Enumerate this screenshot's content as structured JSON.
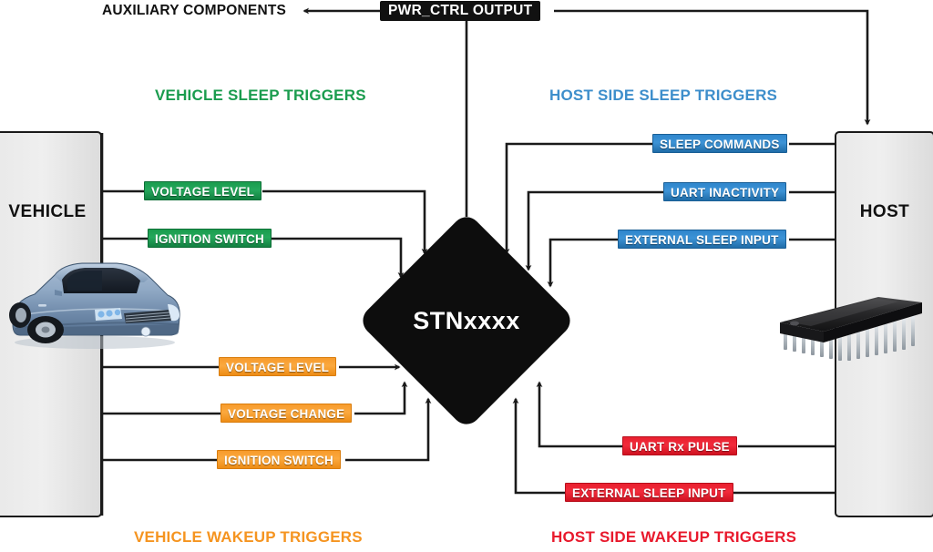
{
  "diagram": {
    "center_node": {
      "label": "STNxxxx"
    },
    "power_output": {
      "label": "PWR_CTRL OUTPUT"
    },
    "auxiliary": {
      "label": "AUXILIARY COMPONENTS"
    },
    "endpoints": {
      "left": {
        "label": "VEHICLE",
        "image": "car-image"
      },
      "right": {
        "label": "HOST",
        "image": "ic-chip-image"
      }
    },
    "sections": [
      {
        "id": "vehicle-sleep",
        "label": "VEHICLE SLEEP TRIGGERS",
        "color": "#1a9c4e"
      },
      {
        "id": "host-sleep",
        "label": "HOST SIDE SLEEP TRIGGERS",
        "color": "#3d8ecb"
      },
      {
        "id": "vehicle-wakeup",
        "label": "VEHICLE WAKEUP TRIGGERS",
        "color": "#f59420"
      },
      {
        "id": "host-wakeup",
        "label": "HOST SIDE WAKEUP TRIGGERS",
        "color": "#e8192c"
      }
    ],
    "triggers": {
      "vehicle_sleep": [
        {
          "label": "VOLTAGE LEVEL"
        },
        {
          "label": "IGNITION SWITCH"
        }
      ],
      "host_sleep": [
        {
          "label": "SLEEP COMMANDS"
        },
        {
          "label": "UART INACTIVITY"
        },
        {
          "label": "EXTERNAL SLEEP INPUT"
        }
      ],
      "vehicle_wakeup": [
        {
          "label": "VOLTAGE LEVEL"
        },
        {
          "label": "VOLTAGE CHANGE"
        },
        {
          "label": "IGNITION SWITCH"
        }
      ],
      "host_wakeup": [
        {
          "label": "UART Rx PULSE"
        },
        {
          "label": "EXTERNAL SLEEP INPUT"
        }
      ]
    },
    "colors": {
      "green": "#1a9c4e",
      "blue": "#3d8ecb",
      "orange": "#f59420",
      "red": "#e8192c",
      "black": "#111111",
      "box_fill": "#e6e6e6"
    }
  }
}
